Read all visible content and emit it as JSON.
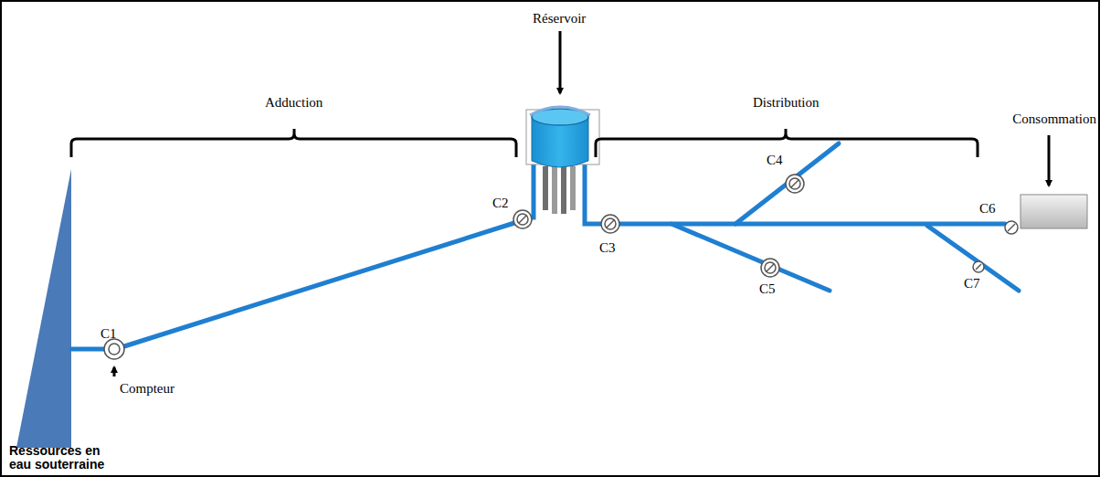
{
  "diagram": {
    "labels": [
      "Réservoir",
      "Adduction",
      "Distribution",
      "Consommation",
      "C4",
      "C2",
      "C6",
      "C3",
      "C5",
      "C7",
      "C1",
      "Compteur",
      "Ressources en eau souterraine"
    ]
  }
}
